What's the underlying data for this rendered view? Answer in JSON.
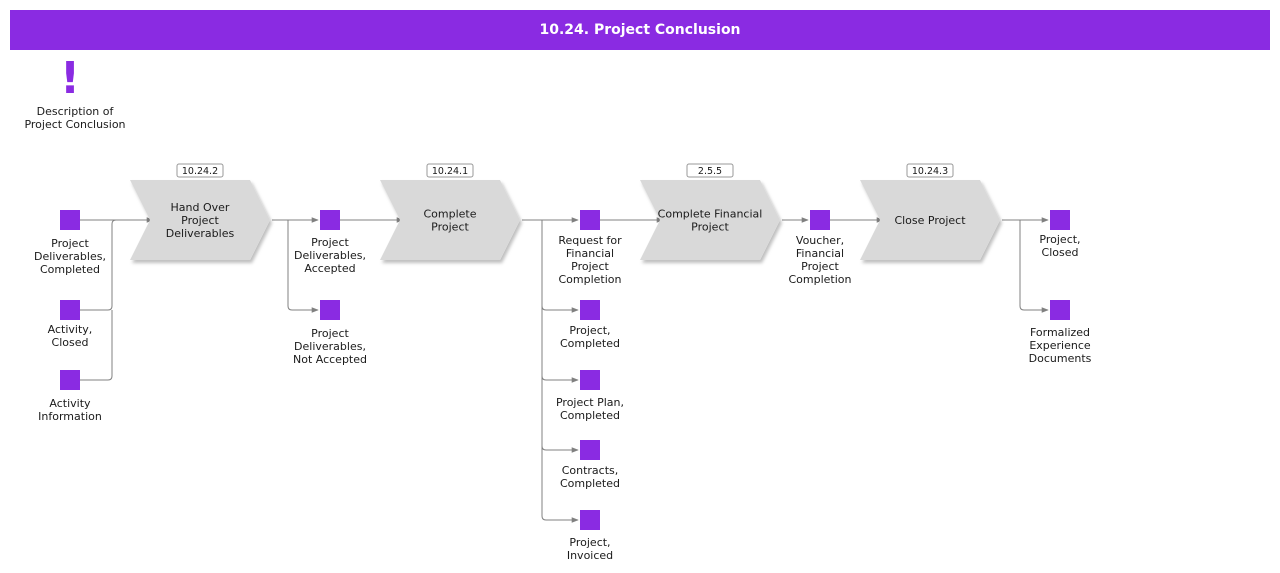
{
  "title": "10.24. Project Conclusion",
  "colors": {
    "header_bg": "#8a2be2",
    "object_fill": "#8a2be2",
    "process_fill": "#d9d9d9",
    "connector": "#808080"
  },
  "description": {
    "icon": "exclamation-icon",
    "label": [
      "Description of",
      "Project Conclusion"
    ]
  },
  "processes": [
    {
      "id": "10.24.2",
      "label": [
        "Hand Over",
        "Project",
        "Deliverables"
      ]
    },
    {
      "id": "10.24.1",
      "label": [
        "Complete",
        "Project"
      ]
    },
    {
      "id": "2.5.5",
      "label": [
        "Complete Financial",
        "Project"
      ]
    },
    {
      "id": "10.24.3",
      "label": [
        "Close Project"
      ]
    }
  ],
  "objects": [
    {
      "key": "project-deliverables-completed",
      "label": [
        "Project",
        "Deliverables,",
        "Completed"
      ]
    },
    {
      "key": "activity-closed",
      "label": [
        "Activity,",
        "Closed"
      ]
    },
    {
      "key": "activity-information",
      "label": [
        "Activity",
        "Information"
      ]
    },
    {
      "key": "project-deliverables-accepted",
      "label": [
        "Project",
        "Deliverables,",
        "Accepted"
      ]
    },
    {
      "key": "project-deliverables-not-accepted",
      "label": [
        "Project",
        "Deliverables,",
        "Not Accepted"
      ]
    },
    {
      "key": "request-financial-completion",
      "label": [
        "Request for",
        "Financial",
        "Project",
        "Completion"
      ]
    },
    {
      "key": "project-completed",
      "label": [
        "Project,",
        "Completed"
      ]
    },
    {
      "key": "project-plan-completed",
      "label": [
        "Project Plan,",
        "Completed"
      ]
    },
    {
      "key": "contracts-completed",
      "label": [
        "Contracts,",
        "Completed"
      ]
    },
    {
      "key": "project-invoiced",
      "label": [
        "Project,",
        "Invoiced"
      ]
    },
    {
      "key": "voucher-financial-completion",
      "label": [
        "Voucher,",
        "Financial",
        "Project",
        "Completion"
      ]
    },
    {
      "key": "project-closed",
      "label": [
        "Project,",
        "Closed"
      ]
    },
    {
      "key": "formalized-experience-documents",
      "label": [
        "Formalized",
        "Experience",
        "Documents"
      ]
    }
  ]
}
